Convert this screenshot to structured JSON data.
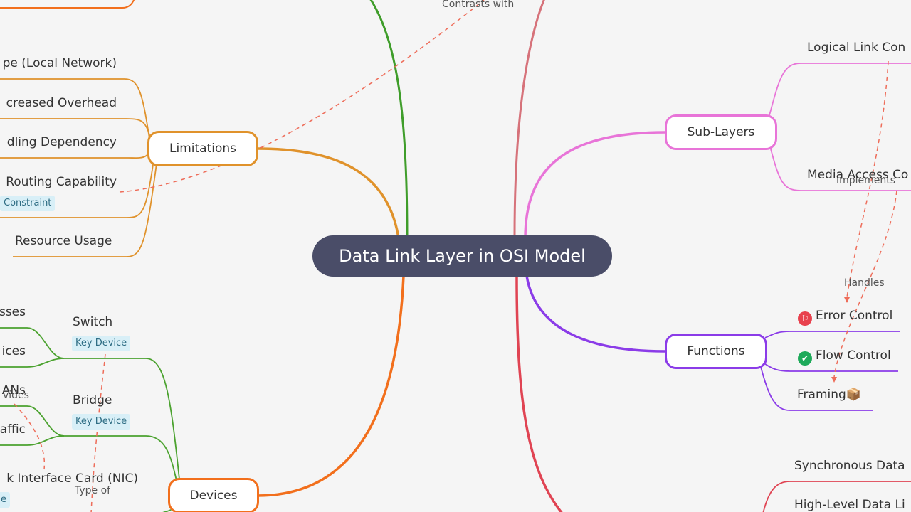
{
  "root": "Data Link Layer in OSI Model",
  "colors": {
    "limitations": "#e0922b",
    "devices": "#4ba22f",
    "devices_main": "#f26f1c",
    "sublayers": "#e874d8",
    "functions": "#8b3ce8",
    "protocols": "#e04453",
    "top_left": "#3f9d2a",
    "top_right": "#d6727a",
    "tag_bg": "#d8eff7",
    "dashed": "#ee6d5a"
  },
  "limitations": {
    "label": "Limitations",
    "items": [
      "pe (Local Network)",
      "creased Overhead",
      "dling Dependency",
      "Routing Capability",
      "Resource Usage"
    ],
    "tag": "Constraint"
  },
  "devices": {
    "label": "Devices",
    "switch": "Switch",
    "switch_tag": "Key Device",
    "switch_children": [
      "sses",
      "ices"
    ],
    "bridge": "Bridge",
    "bridge_tag": "Key Device",
    "bridge_children": [
      "ANs",
      "affic"
    ],
    "nic": "k Interface Card (NIC)",
    "nic_tag": "e"
  },
  "sublayers": {
    "label": "Sub-Layers",
    "items": [
      "Logical Link Con",
      "Media Access Co"
    ]
  },
  "functions": {
    "label": "Functions",
    "items": [
      {
        "text": "Error Control",
        "icon": "flag-icon",
        "badge_color": "#e8414e"
      },
      {
        "text": "Flow Control",
        "icon": "check-icon",
        "badge_color": "#1eaa5a"
      },
      {
        "text": "Framing",
        "icon": "package-icon",
        "emoji": "📦"
      }
    ]
  },
  "protocols": {
    "items": [
      "Synchronous Data",
      "High-Level Data Li"
    ]
  },
  "edge_labels": {
    "contrasts": "Contrasts with",
    "implements": "Implements",
    "handles": "Handles",
    "divides": "vides",
    "type_of": "Type of"
  }
}
